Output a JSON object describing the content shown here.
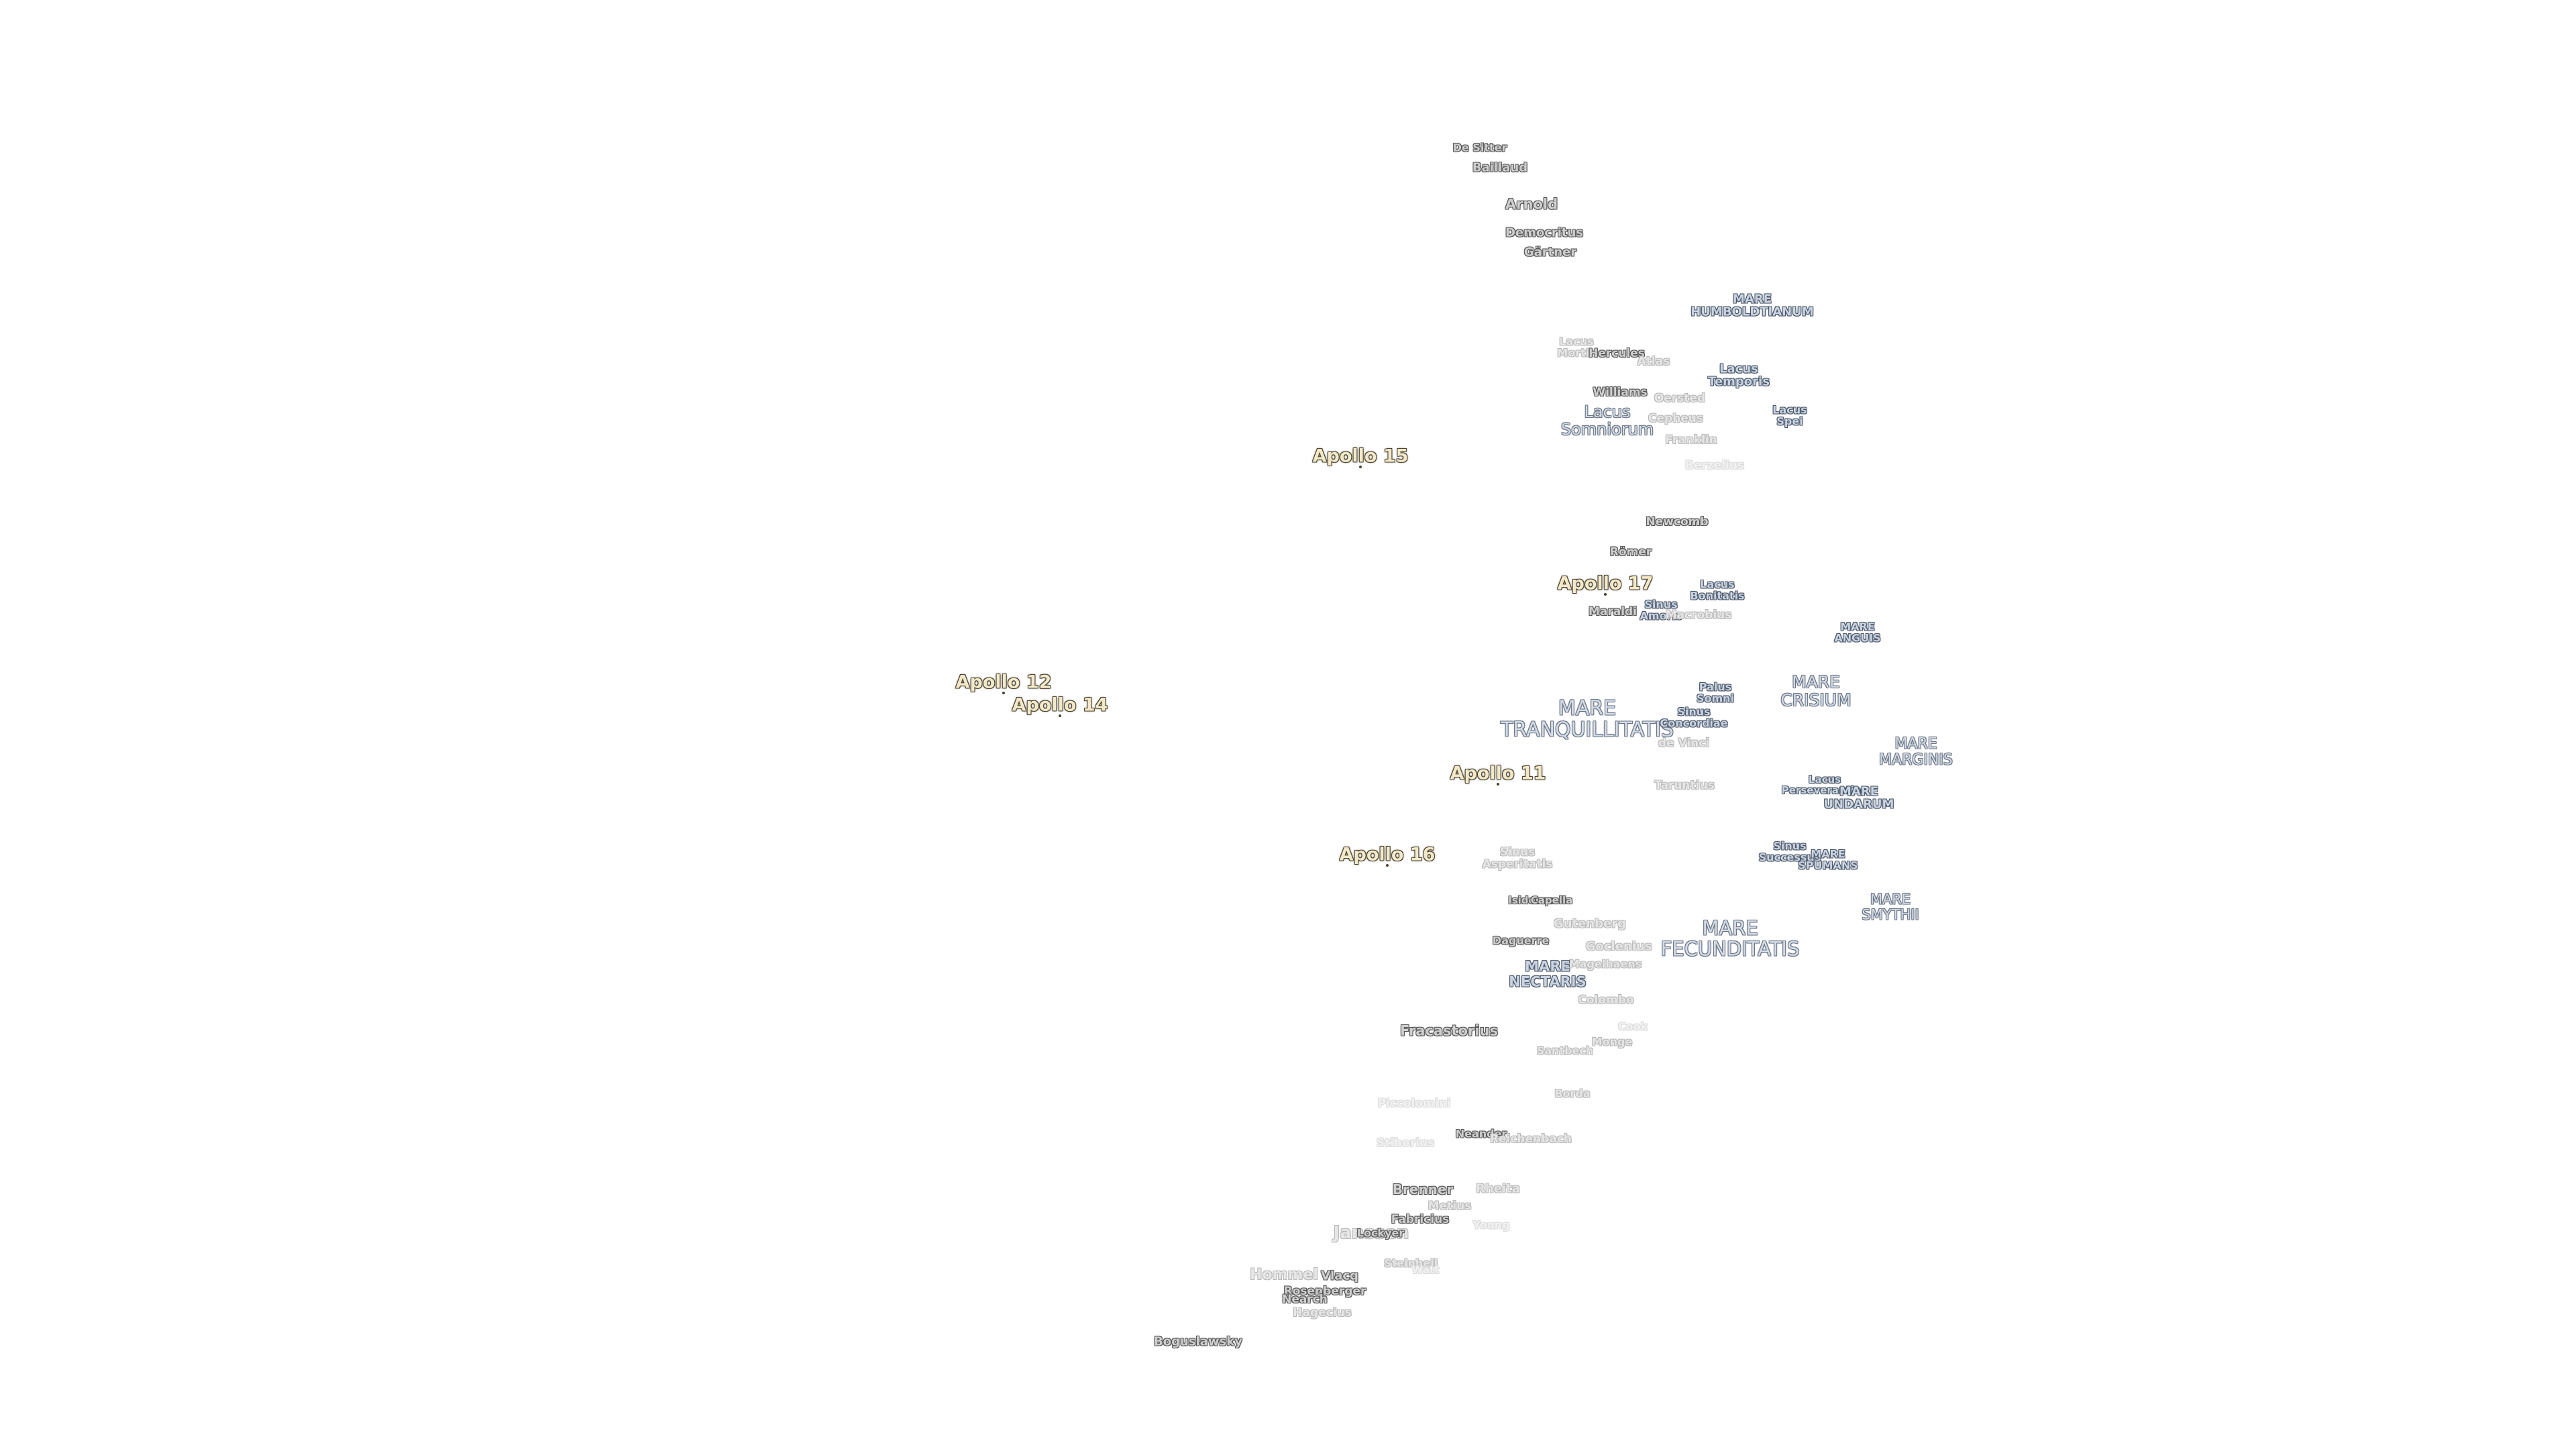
{
  "features": [
    {
      "name": "De Sitter",
      "tier": "s"
    },
    {
      "name": "Baillaud",
      "tier": "s"
    },
    {
      "name": "Arnold",
      "tier": "m"
    },
    {
      "name": "Democritus",
      "tier": "s"
    },
    {
      "name": "Gärtner",
      "tier": "s"
    },
    {
      "name": "MARE HUMBOLDTIANUM",
      "tier": "mare-s",
      "lines": [
        "MARE",
        "HUMBOLDTIANUM"
      ]
    },
    {
      "name": "Lacus Mortis",
      "tier": "faint",
      "lines": [
        "Lacus",
        "Mortis"
      ]
    },
    {
      "name": "Hercules",
      "tier": "s"
    },
    {
      "name": "Atlas",
      "tier": "faint"
    },
    {
      "name": "Lacus Temporis",
      "tier": "mare-s",
      "lines": [
        "Lacus",
        "Temporis"
      ]
    },
    {
      "name": "Williams",
      "tier": "s"
    },
    {
      "name": "Oersted",
      "tier": "faint"
    },
    {
      "name": "Lacus Spei",
      "tier": "mare-s",
      "lines": [
        "Lacus",
        "Spei"
      ]
    },
    {
      "name": "Lacus Somniorum",
      "tier": "mare-m",
      "lines": [
        "Lacus",
        "Somniorum"
      ]
    },
    {
      "name": "Cepheus",
      "tier": "faint"
    },
    {
      "name": "Franklin",
      "tier": "faint"
    },
    {
      "name": "Berzelius",
      "tier": "vfaint"
    },
    {
      "name": "Newcomb",
      "tier": "s"
    },
    {
      "name": "Römer",
      "tier": "s"
    },
    {
      "name": "Lacus Bonitatis",
      "tier": "mare-s",
      "lines": [
        "Lacus",
        "Bonitatis"
      ]
    },
    {
      "name": "Maraldi",
      "tier": "s"
    },
    {
      "name": "Sinus Amoris",
      "tier": "mare-s",
      "lines": [
        "Sinus",
        "Amoris"
      ]
    },
    {
      "name": "Macrobius",
      "tier": "faint"
    },
    {
      "name": "MARE ANGUIS",
      "tier": "mare-s",
      "lines": [
        "MARE",
        "ANGUIS"
      ]
    },
    {
      "name": "Palus Somni",
      "tier": "mare-s",
      "lines": [
        "Palus",
        "Somni"
      ]
    },
    {
      "name": "MARE CRISIUM",
      "tier": "mare-m",
      "lines": [
        "MARE",
        "CRISIUM"
      ]
    },
    {
      "name": "MARE TRANQUILLITATIS",
      "tier": "mare-l",
      "lines": [
        "MARE",
        "TRANQUILLITATIS"
      ]
    },
    {
      "name": "Sinus Concordiae",
      "tier": "mare-s",
      "lines": [
        "Sinus",
        "Concordiae"
      ]
    },
    {
      "name": "de Vinci",
      "tier": "faint"
    },
    {
      "name": "MARE MARGINIS",
      "tier": "mare-m",
      "lines": [
        "MARE",
        "MARGINIS"
      ]
    },
    {
      "name": "Lacus Perseverantiae",
      "tier": "mare-s",
      "lines": [
        "Lacus",
        "Perseverantiae"
      ]
    },
    {
      "name": "MARE UNDARUM",
      "tier": "mare-s",
      "lines": [
        "MARE",
        "UNDARUM"
      ]
    },
    {
      "name": "Taruntius",
      "tier": "faint"
    },
    {
      "name": "Sinus Asperitatis",
      "tier": "faint",
      "lines": [
        "Sinus",
        "Asperitatis"
      ]
    },
    {
      "name": "Sinus Successus",
      "tier": "mare-s",
      "lines": [
        "Sinus",
        "Successus"
      ]
    },
    {
      "name": "MARE SPUMANS",
      "tier": "mare-s",
      "lines": [
        "MARE",
        "SPUMANS"
      ]
    },
    {
      "name": "MARE SMYTHII",
      "tier": "mare-m",
      "lines": [
        "MARE",
        "SMYTHII"
      ]
    },
    {
      "name": "Isidorus",
      "tier": "s"
    },
    {
      "name": "Capella",
      "tier": "s"
    },
    {
      "name": "Gutenberg",
      "tier": "faint"
    },
    {
      "name": "MARE FECUNDITATIS",
      "tier": "mare-l",
      "lines": [
        "MARE",
        "FECUNDITATIS"
      ]
    },
    {
      "name": "Daguerre",
      "tier": "s"
    },
    {
      "name": "Goclenius",
      "tier": "faint"
    },
    {
      "name": "Magelhaens",
      "tier": "faint"
    },
    {
      "name": "MARE NECTARIS",
      "tier": "mare-m",
      "lines": [
        "MARE",
        "NECTARIS"
      ]
    },
    {
      "name": "Colombo",
      "tier": "faint"
    },
    {
      "name": "Fracastorius",
      "tier": "m"
    },
    {
      "name": "Cook",
      "tier": "vfaint"
    },
    {
      "name": "Monge",
      "tier": "faint"
    },
    {
      "name": "Santbech",
      "tier": "faint"
    },
    {
      "name": "Borda",
      "tier": "faint"
    },
    {
      "name": "Piccolomini",
      "tier": "vfaint"
    },
    {
      "name": "Neander",
      "tier": "s"
    },
    {
      "name": "Stiborius",
      "tier": "vfaint"
    },
    {
      "name": "Reichenbach",
      "tier": "faint"
    },
    {
      "name": "Brenner",
      "tier": "m"
    },
    {
      "name": "Rheita",
      "tier": "faint"
    },
    {
      "name": "Metius",
      "tier": "faint"
    },
    {
      "name": "Fabricius",
      "tier": "s"
    },
    {
      "name": "Young",
      "tier": "vfaint"
    },
    {
      "name": "Janssen",
      "tier": "l"
    },
    {
      "name": "Lockyer",
      "tier": "s"
    },
    {
      "name": "Steinheil",
      "tier": "faint"
    },
    {
      "name": "Watt",
      "tier": "vfaint"
    },
    {
      "name": "Hommel",
      "tier": "m"
    },
    {
      "name": "Vlacq",
      "tier": "s"
    },
    {
      "name": "Rosenberger",
      "tier": "s"
    },
    {
      "name": "Nearch",
      "tier": "s"
    },
    {
      "name": "Hagecius",
      "tier": "faint"
    },
    {
      "name": "Boguslawsky",
      "tier": "m"
    }
  ],
  "apollo_sites": [
    {
      "name": "Apollo 15"
    },
    {
      "name": "Apollo 17"
    },
    {
      "name": "Apollo 12"
    },
    {
      "name": "Apollo 14"
    },
    {
      "name": "Apollo 11"
    },
    {
      "name": "Apollo 16"
    }
  ]
}
